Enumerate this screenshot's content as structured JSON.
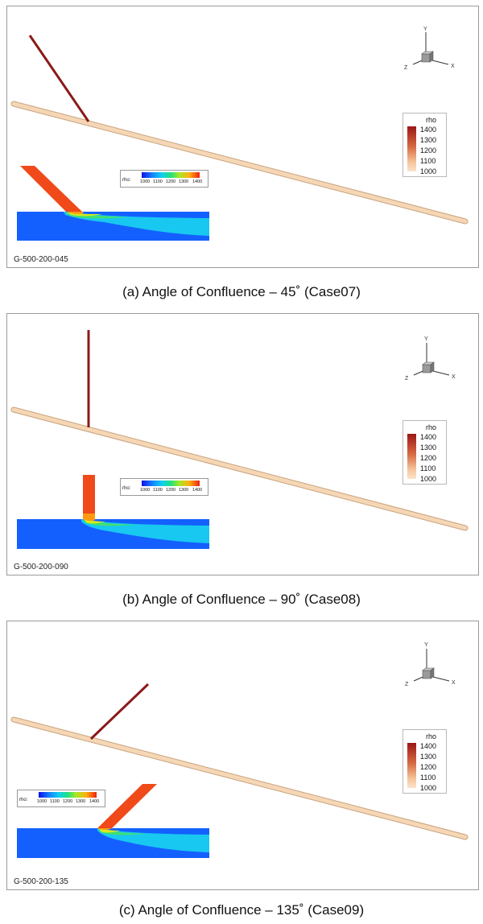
{
  "legend": {
    "title": "rho",
    "ticks": [
      "1400",
      "1300",
      "1200",
      "1100",
      "1000"
    ]
  },
  "inset_legend": {
    "label": "rho:",
    "ticks": [
      "1000",
      "1100",
      "1200",
      "1300",
      "1400"
    ]
  },
  "axes": {
    "x": "X",
    "y": "Y",
    "z": "Z"
  },
  "panels": [
    {
      "case_id": "G-500-200-045",
      "caption": "(a) Angle of Confluence – 45˚ (Case07)"
    },
    {
      "case_id": "G-500-200-090",
      "caption": "(b) Angle of Confluence – 90˚ (Case08)"
    },
    {
      "case_id": "G-500-200-135",
      "caption": "(c) Angle of Confluence – 135˚ (Case09)"
    }
  ],
  "colors": {
    "main_pipe": "#f5d7b6",
    "main_pipe_edge": "#c9a27c",
    "branch_pipe": "#8b1a1a",
    "inset_water": "#1460ff",
    "inset_jet": "#f04a1a"
  }
}
